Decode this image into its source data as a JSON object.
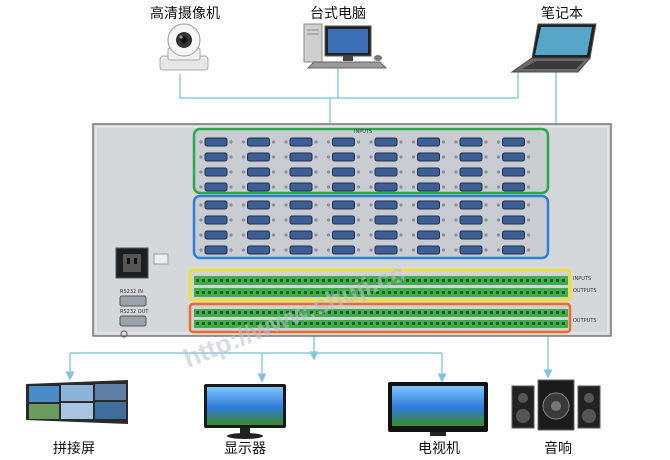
{
  "inputs": {
    "camera_label": "高清摄像机",
    "desktop_label": "台式电脑",
    "laptop_label": "笔记本"
  },
  "outputs": {
    "videowall_label": "拼接屏",
    "monitor_label": "显示器",
    "tv_label": "电视机",
    "speaker_label": "音响"
  },
  "device": {
    "vga_inputs_label": "INPUTS",
    "vga_outputs_label": "OUTPUTS",
    "audio_inputs_label": "INPUTS",
    "audio_outputs_label": "OUTPUTS",
    "rs232_in_label": "RS232 IN",
    "rs232_out_label": "RS232 OUT"
  },
  "watermark": "http://www.shuji.cc",
  "colors": {
    "line": "#8ccbe0",
    "input_box": "#2aa84a",
    "output_box": "#2f7fd3",
    "audio_in_box": "#f2e21f",
    "audio_out_box": "#ee6a2a",
    "chassis": "#d5d8db"
  }
}
